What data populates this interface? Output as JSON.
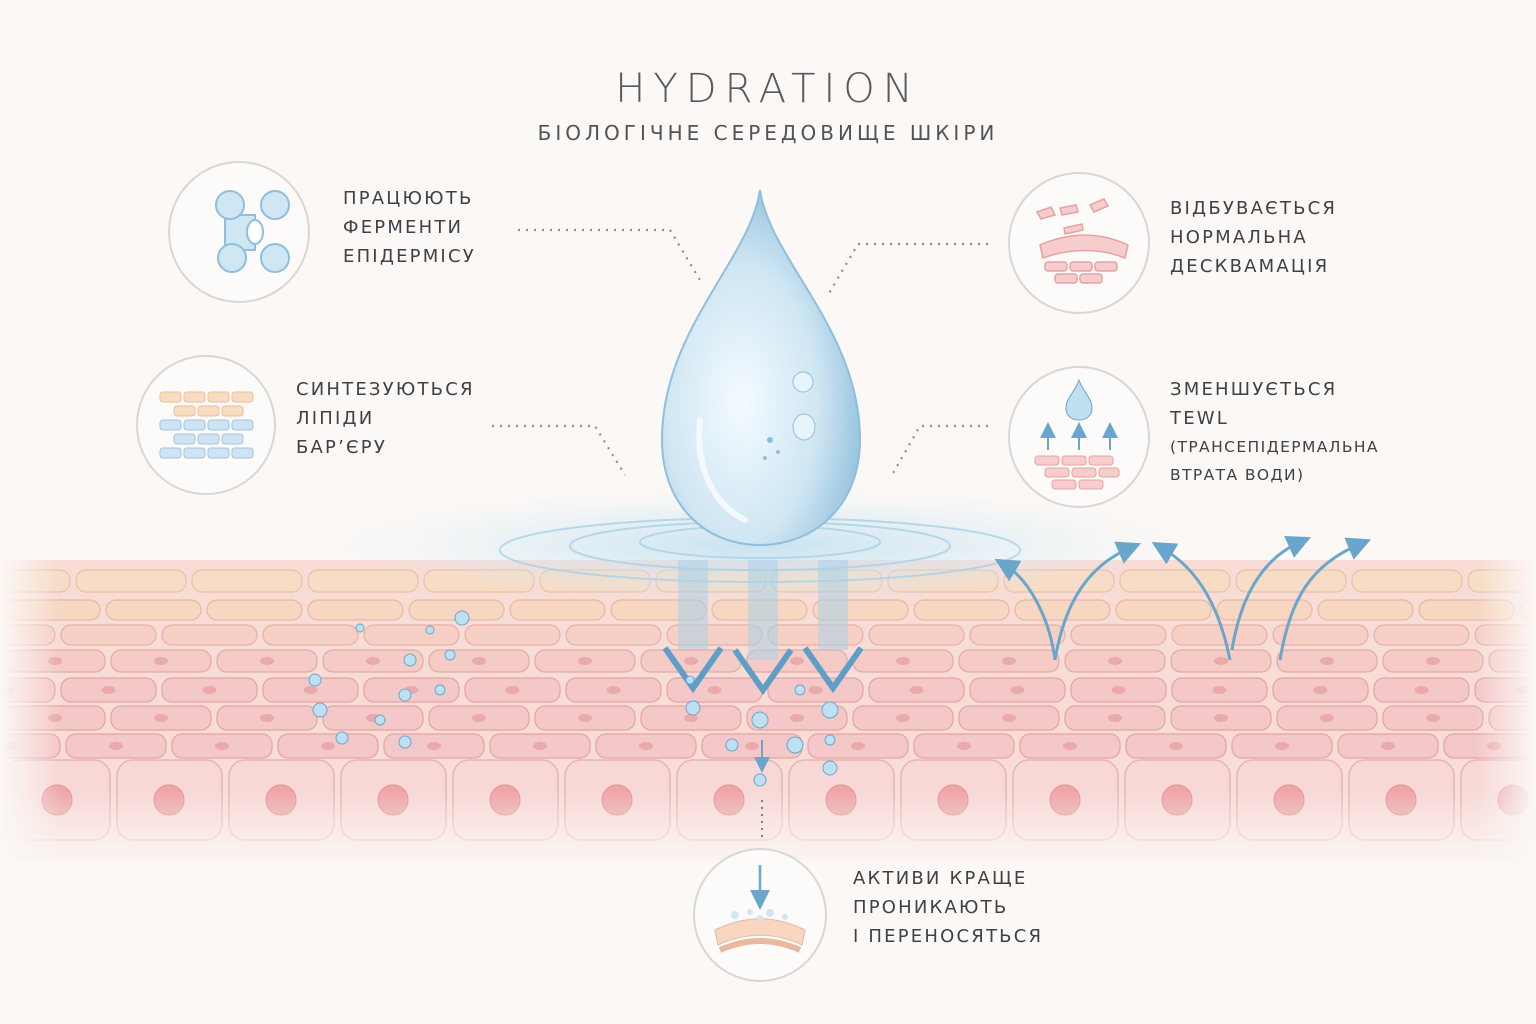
{
  "header": {
    "title": "HYDRATION",
    "subtitle": "БІОЛОГІЧНЕ СЕРЕДОВИЩЕ ШКІРИ"
  },
  "callouts": {
    "enzymes": {
      "icon": "enzyme-molecule-icon",
      "lines": [
        "ПРАЦЮЮТЬ",
        "ФЕРМЕНТИ",
        "ЕПІДЕРМІСУ"
      ]
    },
    "lipids": {
      "icon": "lipid-barrier-icon",
      "lines": [
        "СИНТЕЗУЮТЬСЯ",
        "ЛІПІДИ",
        "БАР’ЄРУ"
      ]
    },
    "desquamation": {
      "icon": "desquamation-icon",
      "lines": [
        "ВІДБУВАЄТЬСЯ",
        "НОРМАЛЬНА",
        "ДЕСКВАМАЦІЯ"
      ]
    },
    "tewl": {
      "icon": "tewl-icon",
      "lines": [
        "ЗМЕНШУЄТЬСЯ",
        "TEWL",
        "(ТРАНСЕПІДЕРМАЛЬНА",
        "ВТРАТА ВОДИ)"
      ]
    },
    "actives": {
      "icon": "actives-penetration-icon",
      "lines": [
        "АКТИВИ КРАЩЕ",
        "ПРОНИКАЮТЬ",
        "І ПЕРЕНОСЯТЬСЯ"
      ]
    }
  },
  "colors": {
    "background": "#fbf8f6",
    "water": "#8fc3df",
    "arrow": "#6aa6cc",
    "skin": "#f3c6c4",
    "skin_top": "#f5d6bf",
    "text": "#3f444a"
  }
}
